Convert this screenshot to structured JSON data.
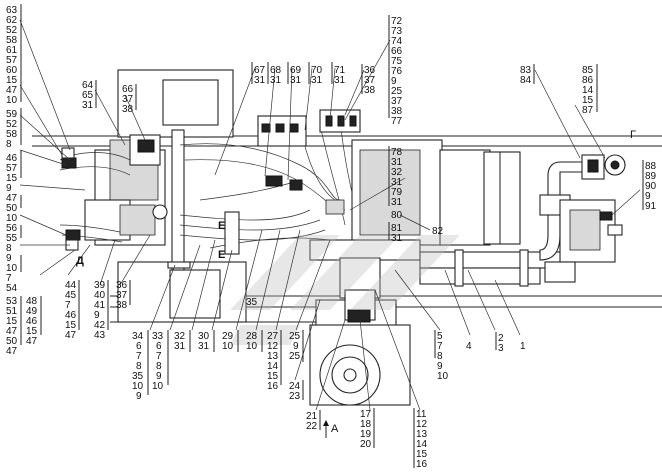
{
  "callouts": {
    "top_left_stack": [
      "63",
      "62",
      "52",
      "58",
      "61",
      "57",
      "60",
      "15",
      "47",
      "10"
    ],
    "left_stack_2": [
      "59",
      "52",
      "58",
      "8"
    ],
    "left_stack_3": [
      "46",
      "57",
      "15",
      "9"
    ],
    "left_stack_4": [
      "47",
      "50",
      "10"
    ],
    "left_stack_5": [
      "56",
      "55",
      "8"
    ],
    "left_stack_6": [
      "9",
      "10",
      "7",
      "54"
    ],
    "bottom_left_a": [
      "53",
      "51",
      "15",
      "47",
      "50",
      "47"
    ],
    "bottom_left_b": [
      "48",
      "49",
      "46",
      "15",
      "47"
    ],
    "group_64": [
      "64",
      "65",
      "31"
    ],
    "group_66": [
      "66",
      "37",
      "38"
    ],
    "group_67": [
      "67",
      "31"
    ],
    "group_68": [
      "68",
      "31"
    ],
    "group_69": [
      "69",
      "31"
    ],
    "group_70": [
      "70",
      "31"
    ],
    "group_71": [
      "71",
      "31"
    ],
    "group_36": [
      "36",
      "37",
      "38"
    ],
    "top_right_stack": [
      "72",
      "73",
      "74",
      "66",
      "75",
      "76",
      "9",
      "25",
      "37",
      "38",
      "77"
    ],
    "group_78": [
      "78",
      "31",
      "32",
      "31",
      "79",
      "31"
    ],
    "label_80": "80",
    "group_81": [
      "81",
      "31"
    ],
    "label_82": "82",
    "group_83": [
      "83",
      "84"
    ],
    "group_85": [
      "85",
      "86",
      "14",
      "15",
      "87"
    ],
    "group_88": [
      "88",
      "89",
      "90",
      "9",
      "91"
    ],
    "view_G": "Г",
    "view_E1": "Е",
    "view_E2": "Е",
    "view_D": "Д",
    "label_35": "35",
    "bottom_44": [
      "44",
      "45",
      "7",
      "46",
      "15",
      "47"
    ],
    "bottom_39": [
      "39",
      "40",
      "41",
      "9",
      "42",
      "43"
    ],
    "bottom_36": [
      "36",
      "37",
      "38"
    ],
    "bottom_34": [
      "34",
      "6",
      "7",
      "8",
      "35",
      "10",
      "9"
    ],
    "bottom_33": [
      "33",
      "6",
      "7",
      "8",
      "9",
      "10"
    ],
    "bottom_32": [
      "32",
      "31"
    ],
    "bottom_30": [
      "30",
      "31"
    ],
    "bottom_29": [
      "29",
      "10"
    ],
    "bottom_28": [
      "28",
      "10"
    ],
    "bottom_27": [
      "27",
      "12",
      "13",
      "14",
      "15",
      "16"
    ],
    "bottom_25": [
      "25",
      "9",
      "25"
    ],
    "bottom_24": [
      "24",
      "23"
    ],
    "bottom_21": [
      "21",
      "22"
    ],
    "bottom_17": [
      "17",
      "18",
      "19",
      "20"
    ],
    "bottom_11": [
      "11",
      "12",
      "13",
      "14",
      "15",
      "16"
    ],
    "bottom_5": [
      "5",
      "7",
      "8",
      "9",
      "10"
    ],
    "label_4": "4",
    "group_2": [
      "2",
      "3"
    ],
    "label_1": "1",
    "arrow_A": "А"
  }
}
